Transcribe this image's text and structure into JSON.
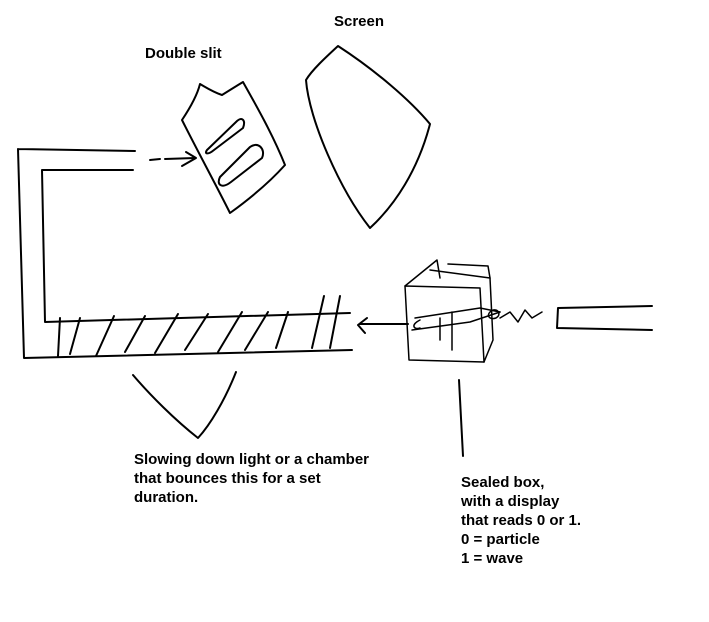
{
  "labels": {
    "screen": "Screen",
    "double_slit": "Double slit",
    "slowing": "Slowing down light or a chamber\nthat bounces this for a set\nduration.",
    "sealed_box": "Sealed box,\nwith a display\nthat reads 0 or 1.\n0 = particle\n1 = wave"
  },
  "colors": {
    "ink": "#000000",
    "background": "#ffffff"
  }
}
